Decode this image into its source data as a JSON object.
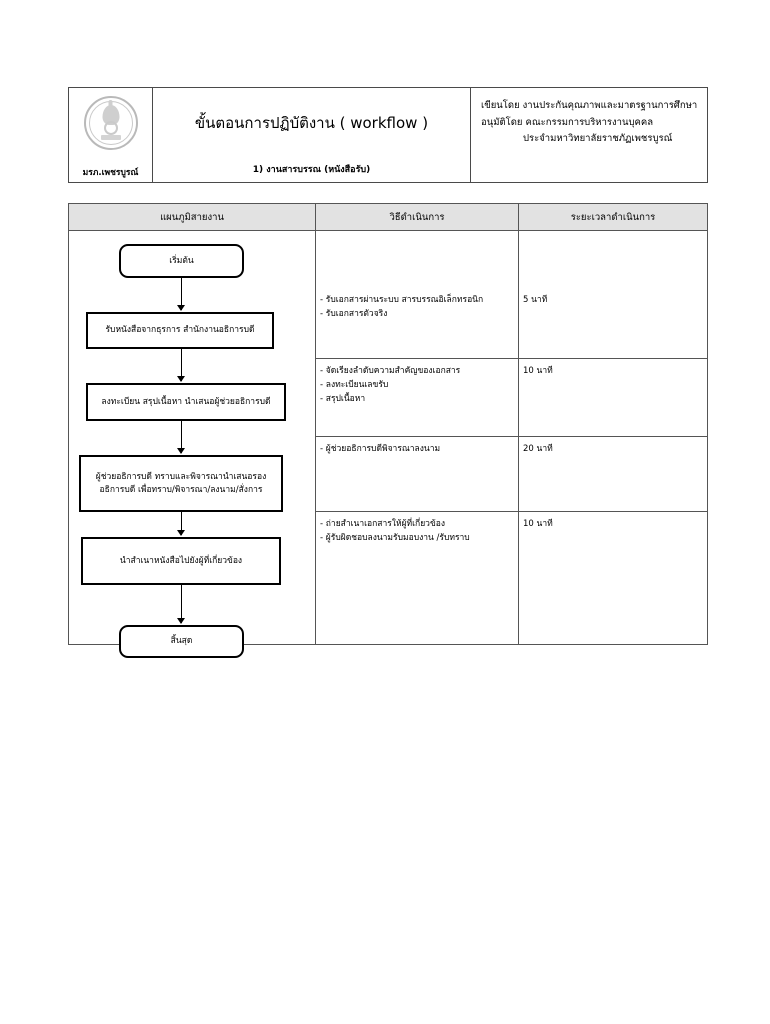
{
  "header": {
    "logo_label": "มรภ.เพชรบูรณ์",
    "logo_icon": "university-seal-icon",
    "title": "ขั้นตอนการปฏิบัติงาน ( workflow )",
    "subtitle": "1) งานสารบรรณ (หนังสือรับ)",
    "info_lines": [
      "เขียนโดย  งานประกันคุณภาพและมาตรฐานการศึกษา",
      "อนุมัติโดย คณะกรรมการบริหารงานบุคคล",
      "ประจำมหาวิทยาลัยราชภัฏเพชรบูรณ์"
    ]
  },
  "table": {
    "columns": [
      "แผนภูมิสายงาน",
      "วิธีดำเนินการ",
      "ระยะเวลาดำเนินการ"
    ],
    "flow_nodes": [
      {
        "label": "เริ่มต้น",
        "shape": "rounded"
      },
      {
        "label": "รับหนังสือจากธุรการ สำนักงานอธิการบดี",
        "shape": "rect"
      },
      {
        "label": "ลงทะเบียน สรุปเนื้อหา นำเสนอผู้ช่วยอธิการบดี",
        "shape": "rect"
      },
      {
        "label_line1": "ผู้ช่วยอธิการบดี ทราบและพิจารณานำเสนอรอง",
        "label_line2": "อธิการบดี เพื่อทราบ/พิจารณา/ลงนาม/สั่งการ",
        "shape": "rect"
      },
      {
        "label": "นำสำเนาหนังสือไปยังผู้ที่เกี่ยวข้อง",
        "shape": "rect"
      },
      {
        "label": "สิ้นสุด",
        "shape": "rounded"
      }
    ],
    "rows": [
      {
        "procedure": [
          "- รับเอกสารผ่านระบบ สารบรรณอิเล็กทรอนิก",
          "- รับเอกสารตัวจริง"
        ],
        "duration": "5 นาที"
      },
      {
        "procedure": [
          "- จัดเรียงลำดับความสำคัญของเอกสาร",
          "- ลงทะเบียนเลขรับ",
          "- สรุปเนื้อหา"
        ],
        "duration": "10 นาที"
      },
      {
        "procedure": [
          "- ผู้ช่วยอธิการบดีพิจารณาลงนาม"
        ],
        "duration": "20 นาที"
      },
      {
        "procedure": [
          "- ถ่ายสำเนาเอกสารให้ผู้ที่เกี่ยวข้อง",
          "- ผู้รับผิดชอบลงนามรับมอบงาน /รับทราบ"
        ],
        "duration": "10 นาที"
      }
    ]
  }
}
